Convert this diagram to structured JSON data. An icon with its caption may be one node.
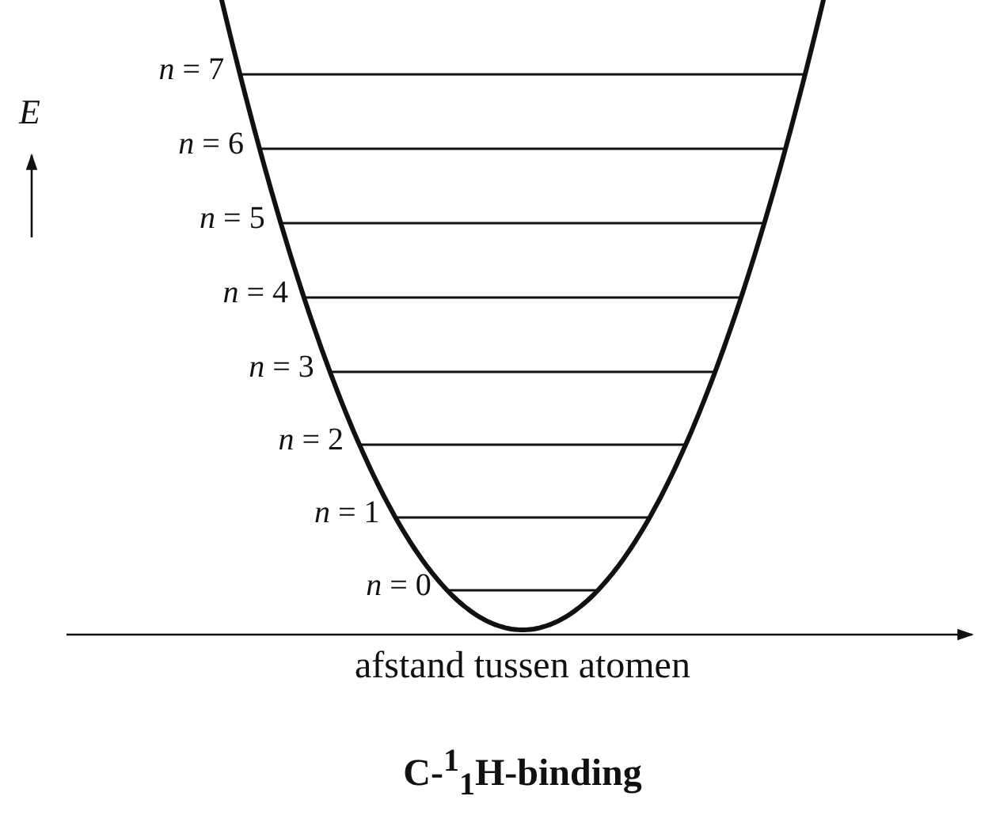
{
  "diagram": {
    "caption": "C-$^{1}$$_{1}$H-binding",
    "labels": [
      "*n* = 7",
      "E",
      "*n* = 6",
      "*n* = 5",
      "*n* = 4",
      "*n* = 3",
      "*n* = 2",
      "*n* = 1",
      "*n* = 0",
      "afstand tussen atomen"
    ]
  }
}
